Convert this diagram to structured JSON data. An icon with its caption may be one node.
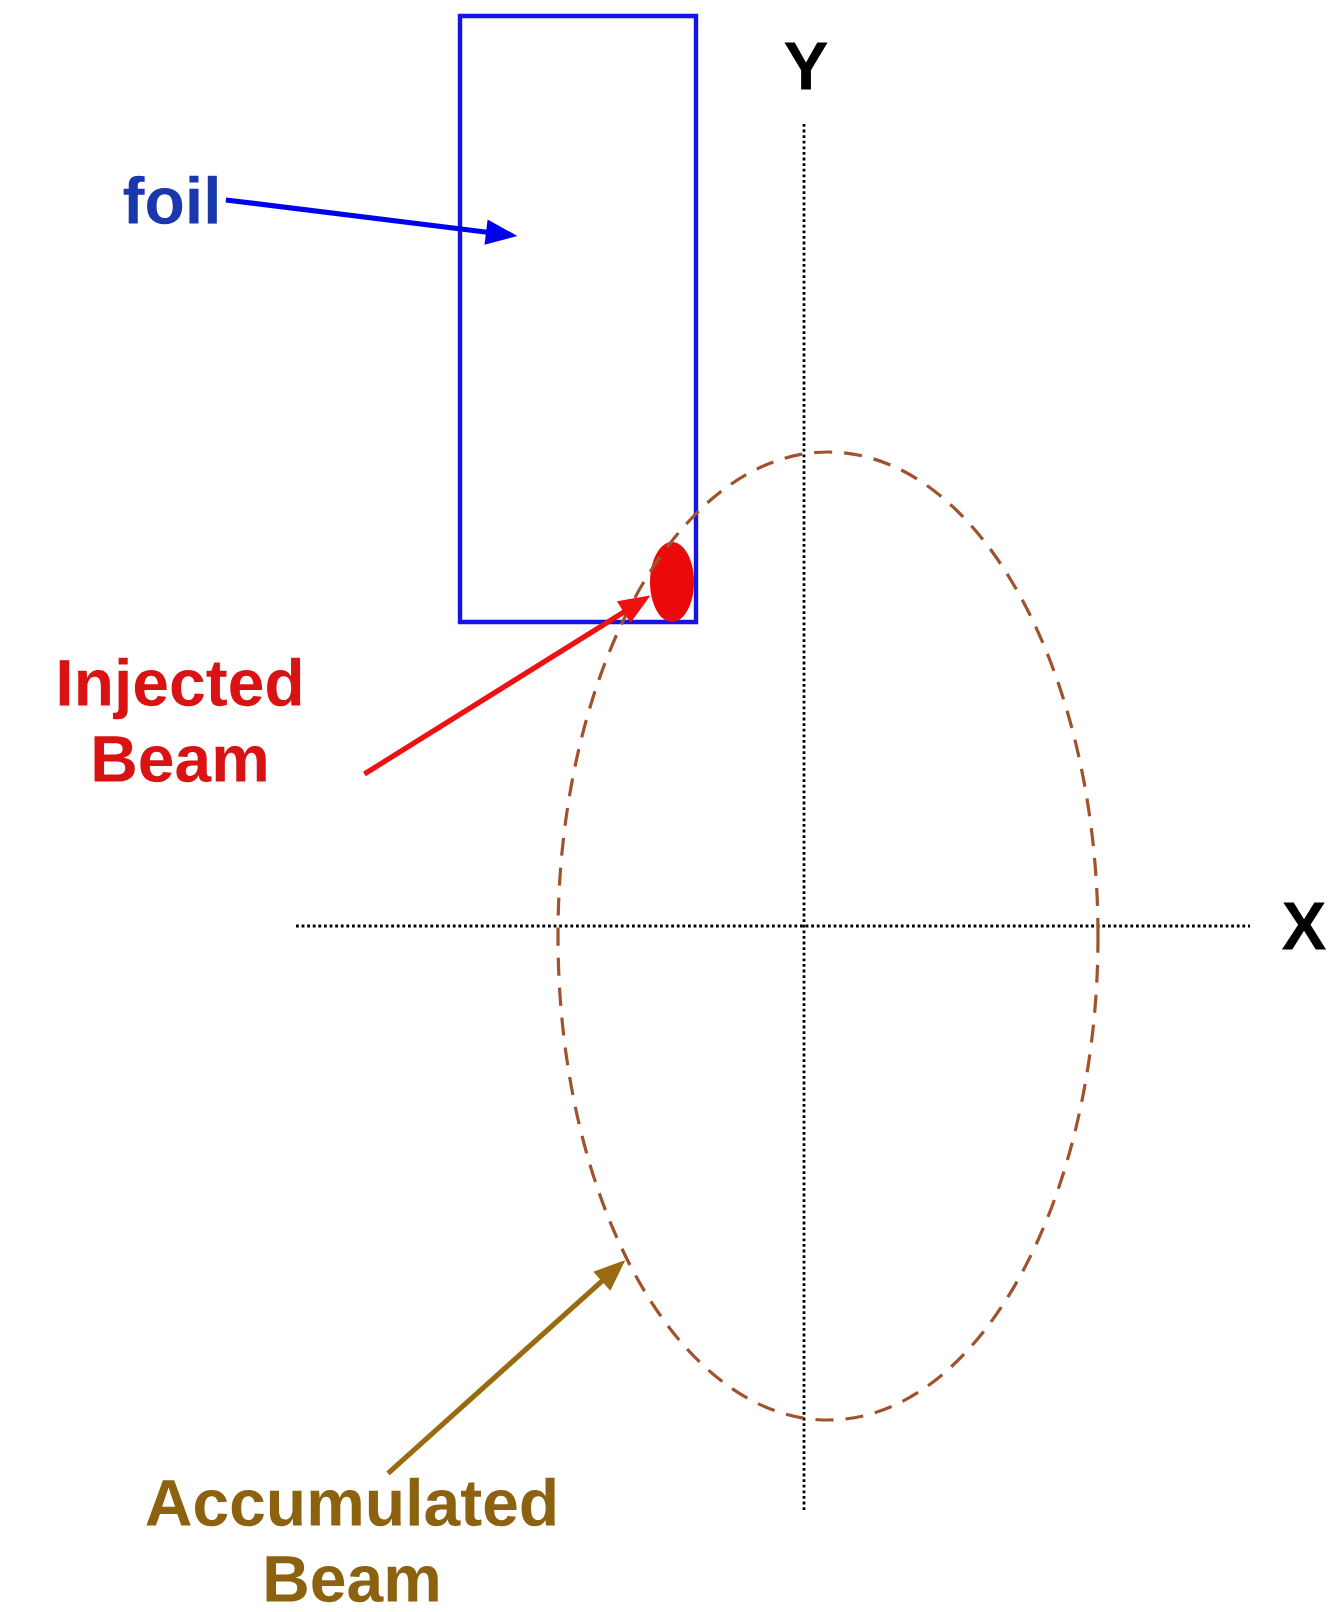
{
  "diagram": {
    "nodes": [
      {
        "text": [
          "foil"
        ]
      },
      {
        "text": [],
        "shape": "box"
      },
      {
        "text": [
          "Injected Beam"
        ]
      },
      {
        "text": [],
        "shape": "circle"
      },
      {
        "text": [
          "Accumulated Beam"
        ]
      },
      {
        "text": [],
        "shape": "circle"
      }
    ],
    "edges": [
      {
        "from": 0,
        "to": 1,
        "arrow": "to",
        "color": "#0000ee"
      },
      {
        "from": 2,
        "to": 3,
        "arrow": "to",
        "color": "#ee1111"
      },
      {
        "from": 4,
        "to": 5,
        "arrow": "to",
        "color": "#9a6a10"
      }
    ],
    "labels": [
      "Y",
      "X"
    ]
  }
}
